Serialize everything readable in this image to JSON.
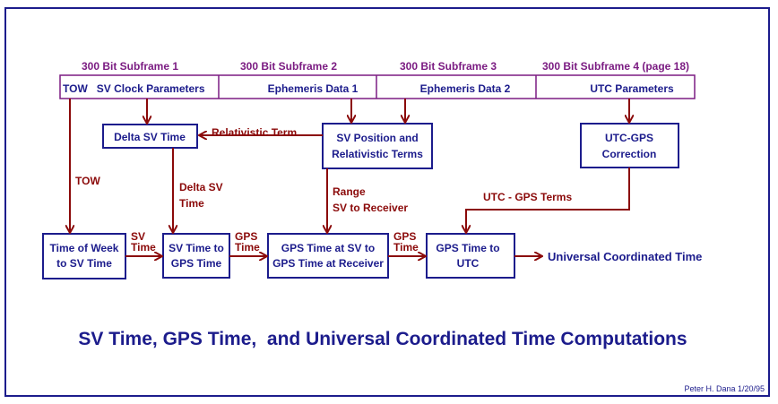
{
  "colors": {
    "navy": "#1c1c8c",
    "maroon": "#8b0a0a",
    "purple": "#7b1c82",
    "box_border": "#1c1c8c",
    "text_box": "#1c1c8c",
    "arrow": "#8b0a0a"
  },
  "subframes": [
    {
      "title": "300 Bit Subframe 1",
      "label": "TOW   SV Clock Parameters"
    },
    {
      "title": "300 Bit Subframe 2",
      "label": "Ephemeris Data 1"
    },
    {
      "title": "300 Bit Subframe 3",
      "label": "Ephemeris Data 2"
    },
    {
      "title": "300 Bit Subframe 4 (page 18)",
      "label": "UTC Parameters"
    }
  ],
  "boxes": {
    "delta_sv_time": {
      "label": "Delta SV Time"
    },
    "sv_position": {
      "line1": "SV Position and",
      "line2": "Relativistic Terms"
    },
    "utc_gps_correction": {
      "line1": "UTC-GPS",
      "line2": "Correction"
    },
    "time_of_week": {
      "line1": "Time of Week",
      "line2": "to SV Time"
    },
    "sv_to_gps": {
      "line1": "SV Time to",
      "line2": "GPS Time"
    },
    "gps_at_receiver": {
      "line1": "GPS Time at SV to",
      "line2": "GPS Time at Receiver"
    },
    "gps_to_utc": {
      "line1": "GPS Time to",
      "line2": "UTC"
    }
  },
  "edge_labels": {
    "relativistic_term": "Relativistic Term",
    "tow": "TOW",
    "delta_sv_time": {
      "line1": "Delta SV",
      "line2": "Time"
    },
    "range": {
      "line1": "Range",
      "line2": "SV to Receiver"
    },
    "utc_gps_terms": "UTC - GPS Terms",
    "sv_time": {
      "line1": "SV",
      "line2": "Time"
    },
    "gps_time_1": {
      "line1": "GPS",
      "line2": "Time"
    },
    "gps_time_2": {
      "line1": "GPS",
      "line2": "Time"
    }
  },
  "output_label": "Universal Coordinated Time",
  "title": "SV Time, GPS Time,  and Universal Coordinated Time Computations",
  "credit": "Peter H. Dana 1/20/95"
}
